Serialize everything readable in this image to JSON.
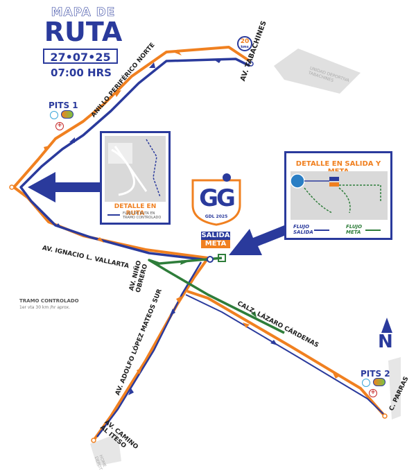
{
  "header": {
    "title_top": "MAPA DE",
    "title_main": "RUTA",
    "date": "27•07•25",
    "time": "07:00 HRS"
  },
  "streets": {
    "tabachines": "AV. TABACHINES",
    "periferico": "ANILLO PERIFÉRICO NORTE",
    "vallarta": "AV. IGNACIO L. VALLARTA",
    "nino_obrero_1": "AV. NIÑO",
    "nino_obrero_2": "OBRERO",
    "cardenas": "CALZ. LÁZARO CÁRDENAS",
    "lopez_mateos": "AV. ADOLFO LÓPEZ MATEOS SUR",
    "camino_1": "AV. CAMINO",
    "camino_2": "AL ITESO",
    "parras": "C. PARRAS"
  },
  "landmarks": {
    "unidad_1": "UNIDAD DEPORTIVA",
    "unidad_2": "TABACHINES",
    "home_depot_1": "HOME",
    "home_depot_2": "DEPOT"
  },
  "pits": {
    "pits1": "PITS 1",
    "pits2": "PITS 2"
  },
  "badge": {
    "num": "20",
    "unit": "kms"
  },
  "detail_route": {
    "title": "DETALLE EN RUTA",
    "legend": "FLUJO DE RUTA EN TRAMO CONTROLADO"
  },
  "detail_start": {
    "title": "DETALLE EN SALIDA Y META",
    "flujo_salida_1": "FLUJO",
    "flujo_salida_2": "SALIDA",
    "flujo_meta_1": "FLUJO",
    "flujo_meta_2": "META"
  },
  "logo": {
    "letters": "GG",
    "sub": "GDL 2025"
  },
  "start_finish": {
    "salida": "SALIDA",
    "meta": "META"
  },
  "controlled": {
    "title": "TRAMO CONTROLADO",
    "sub": "1er vta 30 km /hr aprox."
  },
  "compass": {
    "letter": "N"
  },
  "colors": {
    "blue": "#2a3a9c",
    "orange": "#f08020",
    "green": "#2e7d3a",
    "gray": "#d9d9d9"
  }
}
